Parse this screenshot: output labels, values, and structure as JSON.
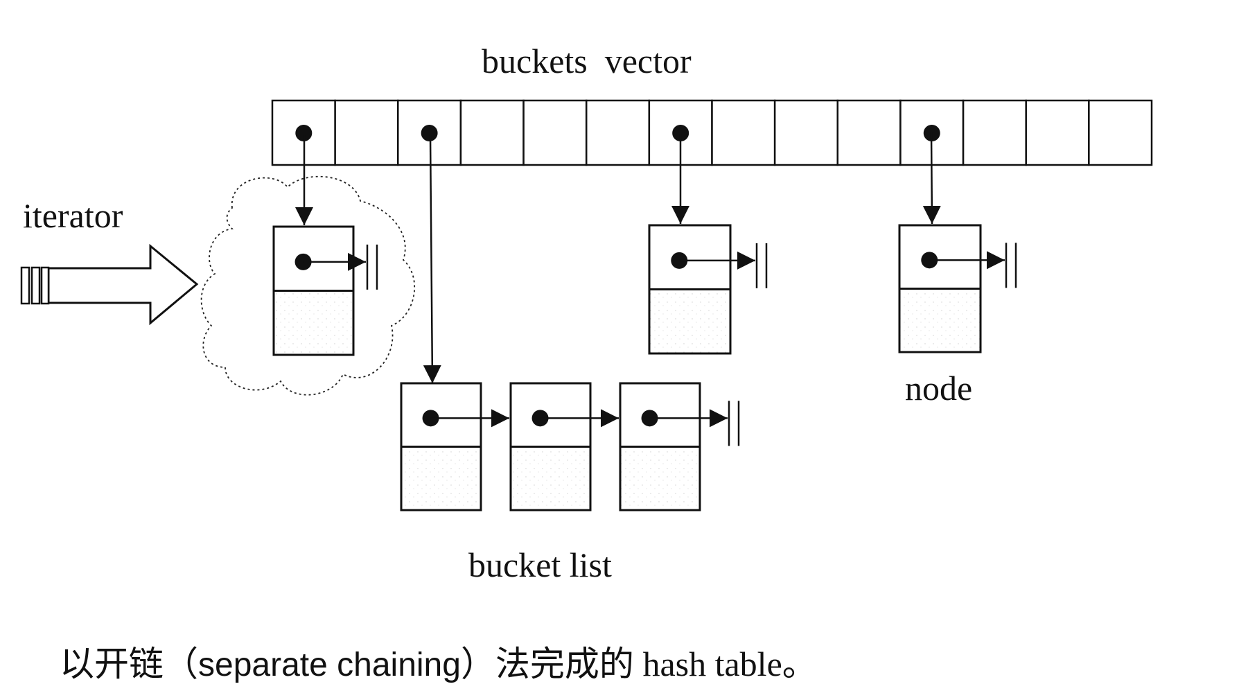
{
  "labels": {
    "buckets_vector": "buckets  vector",
    "iterator": "iterator",
    "node": "node",
    "bucket_list": "bucket list"
  },
  "caption": {
    "prefix": "以开链（",
    "term": "separate chaining",
    "middle": "）法完成的",
    "suffix": " hash table。"
  },
  "buckets": {
    "count": 14,
    "occupied_indices": [
      0,
      2,
      6,
      10
    ]
  },
  "chains": {
    "bucket_0": 1,
    "bucket_2": 3,
    "bucket_6": 1,
    "bucket_10": 1
  },
  "colors": {
    "line": "#111111",
    "node_data_fill": "#f7f7f7",
    "background": "#ffffff"
  }
}
